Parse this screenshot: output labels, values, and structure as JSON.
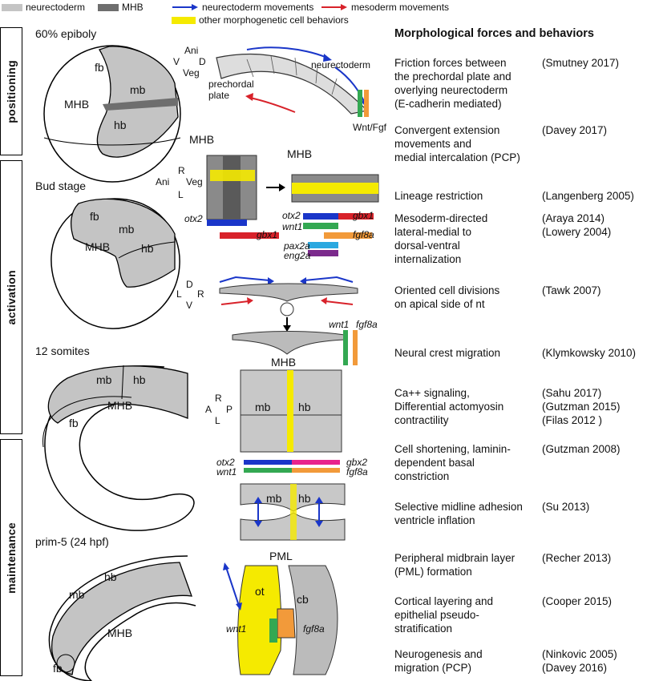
{
  "legend": {
    "neurectoderm": "neurectoderm",
    "mhb": "MHB",
    "neurectoderm_movements": "neurectoderm movements",
    "mesoderm_movements": "mesoderm movements",
    "other_behaviors": "other morphogenetic cell behaviors",
    "colors": {
      "neurectoderm": "#c4c4c4",
      "mhb": "#6e6e6e",
      "neurectoderm_arrow": "#1a36c9",
      "mesoderm_arrow": "#d8222a",
      "other": "#f5ea00"
    }
  },
  "phases": [
    "positioning",
    "activation",
    "maintenance"
  ],
  "stages": [
    "60% epiboly",
    "Bud stage",
    "12 somites",
    "prim-5 (24 hpf)"
  ],
  "embryo_labels": {
    "fb": "fb",
    "mb": "mb",
    "hb": "hb",
    "mhb": "MHB"
  },
  "diagram_labels": {
    "ani": "Ani",
    "veg": "Veg",
    "v": "V",
    "d": "D",
    "r": "R",
    "l": "L",
    "a": "A",
    "p": "P",
    "neurectoderm": "neurectoderm",
    "prechordal_plate": "prechordal\nplate",
    "wnt_fgf": "Wnt/Fgf",
    "mhb": "MHB",
    "pml": "PML",
    "ot": "ot",
    "cb": "cb",
    "otx2": "otx2",
    "gbx1": "gbx1",
    "wnt1": "wnt1",
    "fgf8a": "fgf8a",
    "pax2a": "pax2a",
    "eng2a": "eng2a",
    "gbx2": "gbx2"
  },
  "right_panel": {
    "title": "Morphological forces and behaviors",
    "rows": [
      {
        "desc": "Friction forces between\nthe prechordal plate and\noverlying neurectoderm\n(E-cadherin mediated)",
        "ref": "(Smutney 2017)"
      },
      {
        "desc": "Convergent extension\nmovements and\nmedial intercalation (PCP)",
        "ref": "(Davey 2017)"
      },
      {
        "desc": "Lineage restriction",
        "ref": "(Langenberg 2005)"
      },
      {
        "desc": "Mesoderm-directed\nlateral-medial to\ndorsal-ventral\ninternalization",
        "ref": "(Araya 2014)\n(Lowery 2004)"
      },
      {
        "desc": "Oriented cell divisions\non apical side of nt",
        "ref": "(Tawk 2007)"
      },
      {
        "desc": "Neural crest migration",
        "ref": "(Klymkowsky 2010)"
      },
      {
        "desc": "Ca++ signaling,\nDifferential actomyosin\ncontractility",
        "ref": "(Sahu 2017)\n(Gutzman 2015)\n(Filas 2012 )"
      },
      {
        "desc": "Cell shortening, laminin-\ndependent basal\nconstriction",
        "ref": "(Gutzman 2008)"
      },
      {
        "desc": "Selective midline adhesion\nventricle inflation",
        "ref": "(Su 2013)"
      },
      {
        "desc": "Peripheral midbrain layer\n(PML) formation",
        "ref": "(Recher 2013)"
      },
      {
        "desc": "Cortical layering and\nepithelial pseudo-\nstratification",
        "ref": "(Cooper 2015)"
      },
      {
        "desc": "Neurogenesis and\nmigration (PCP)",
        "ref": "(Ninkovic 2005)\n(Davey 2016)"
      }
    ]
  }
}
